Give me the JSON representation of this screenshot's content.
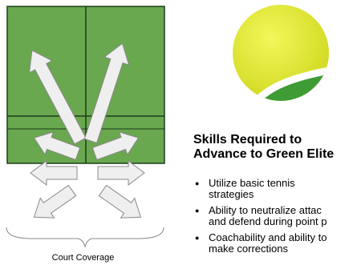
{
  "heading": {
    "line1": "Skills Required to",
    "line2": "Advance to Green Elite"
  },
  "skills": [
    {
      "line1": "Utilize basic tennis",
      "line2": "strategies"
    },
    {
      "line1": "Ability to neutralize attac",
      "line2": "and defend during point p"
    },
    {
      "line1": "Coachability and ability to",
      "line2": "make corrections"
    }
  ],
  "caption": "Court Coverage",
  "colors": {
    "court_green": "#6aa84f",
    "court_lines": "#1b3d1b",
    "arrow_fill": "#efefef",
    "arrow_stroke": "#888888",
    "ball_yellow": "#e8ef35",
    "ball_green": "#3f9c35"
  }
}
